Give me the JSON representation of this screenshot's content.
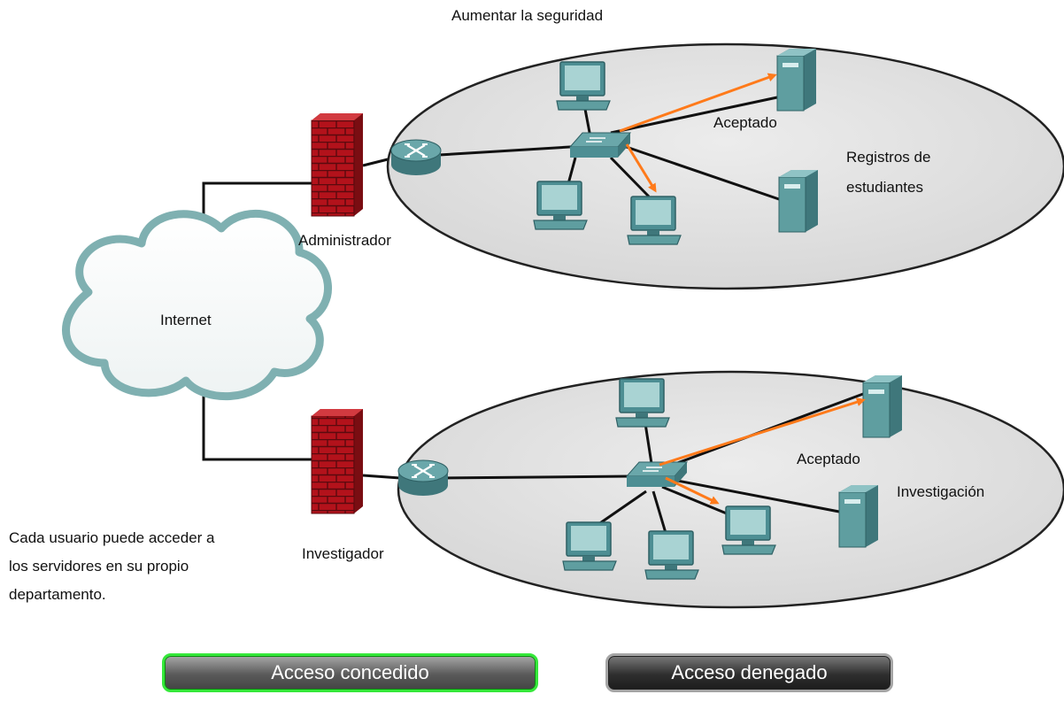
{
  "title": "Aumentar la seguridad",
  "cloud": {
    "label": "Internet"
  },
  "top_network": {
    "firewall_label": "Administrador",
    "server_label_line1": "Registros de",
    "server_label_line2": "estudiantes",
    "accepted_label": "Aceptado"
  },
  "bottom_network": {
    "firewall_label": "Investigador",
    "server_label": "Investigación",
    "accepted_label": "Aceptado"
  },
  "description": {
    "line1": "Cada usuario puede acceder a",
    "line2": "los servidores en su propio",
    "line3": "departamento."
  },
  "buttons": {
    "granted": "Acceso concedido",
    "denied": "Acceso denegado"
  },
  "colors": {
    "ellipse_fill": "#e1e1e1",
    "device": "#5f9ea0",
    "arrow": "#ff7a1a",
    "firewall": "#b3121b",
    "button_granted_border": "#35e83a"
  }
}
